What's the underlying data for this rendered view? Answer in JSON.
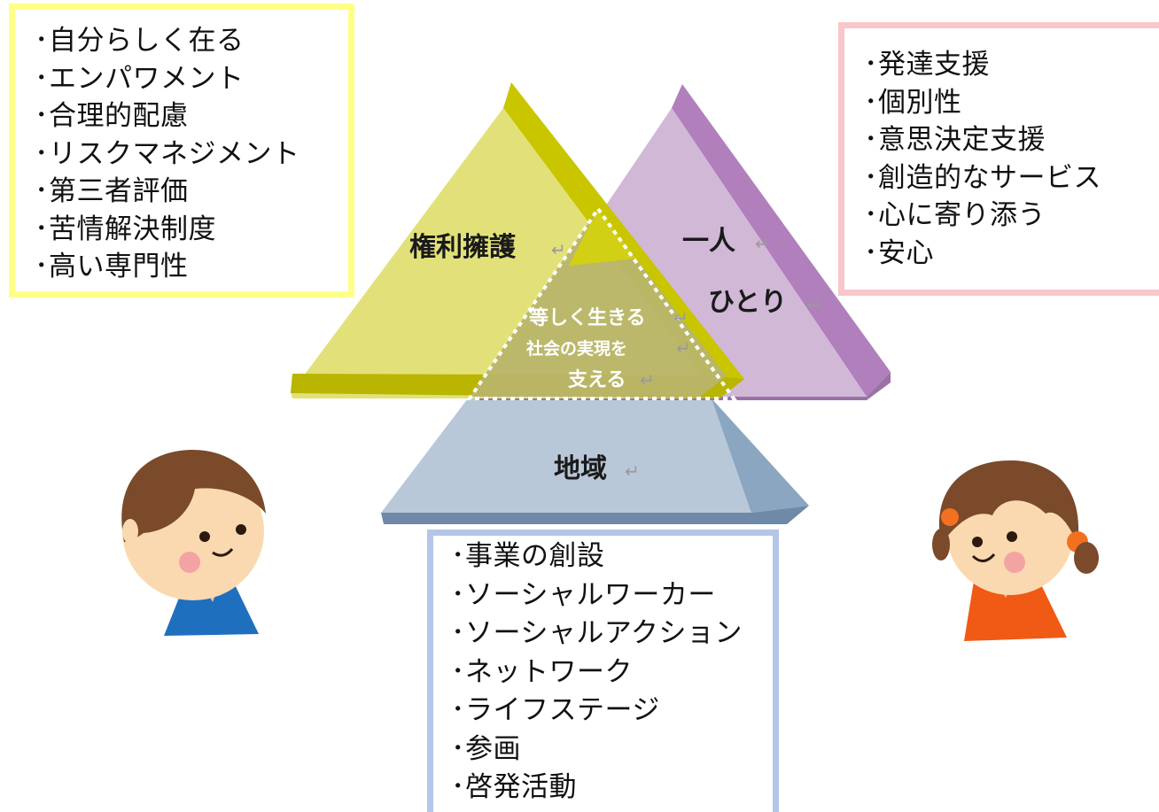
{
  "boxes": {
    "yellow": [
      "自分らしく在る",
      "エンパワメント",
      "合理的配慮",
      "リスクマネジメント",
      "第三者評価",
      "苦情解決制度",
      "高い専門性"
    ],
    "pink": [
      "発達支援",
      "個別性",
      "意思決定支援",
      "創造的なサービス",
      "心に寄り添う",
      "安心"
    ],
    "blue": [
      "事業の創設",
      "ソーシャルワーカー",
      "ソーシャルアクション",
      "ネットワーク",
      "ライフステージ",
      "参画",
      "啓発活動"
    ]
  },
  "triangles": {
    "rights": "権利擁護",
    "individual_line1": "一人",
    "individual_line2": "ひとり",
    "community": "地域"
  },
  "center": {
    "line1": "等しく生きる",
    "line2": "社会の実現を",
    "line3": "支える"
  },
  "paragraph_mark": "↵",
  "colors": {
    "yellow_border": "#ffff88",
    "pink_border": "#f9c6c9",
    "blue_border": "#b4c6e7",
    "rights_triangle": "#d4d400",
    "individual_triangle": "#b283bd",
    "community_triangle": "#7f9cba",
    "boy_shirt": "#1f6fbf",
    "girl_shirt": "#f05a14"
  }
}
